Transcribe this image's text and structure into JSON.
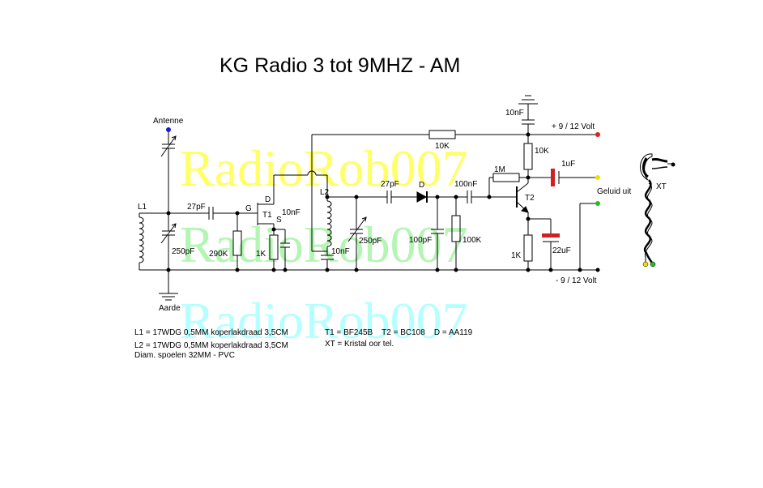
{
  "title": "KG Radio 3 tot 9MHZ - AM",
  "watermark": "RadioRob007",
  "colors": {
    "wire": "#000000",
    "antenna_dot": "#1a1ad6",
    "supply_dot": "#e02020",
    "output_dot": "#f0e000",
    "ground_dot": "#20c020",
    "electrolytic": "#d02020",
    "watermark_yellow": "#ffff66",
    "watermark_green": "#b4f5b4",
    "watermark_cyan": "#b4ffff"
  },
  "labels": {
    "antenne": "Antenne",
    "aarde": "Aarde",
    "l1": "L1",
    "l2": "L2",
    "c27a": "27pF",
    "c27b": "27pF",
    "c250a": "250pF",
    "c250b": "250pF",
    "r290": "290K",
    "gate": "G",
    "drain": "D",
    "source": "S",
    "t1": "T1",
    "r1k_a": "1K",
    "c10n_a": "10nF",
    "c10n_b": "10nF",
    "c10n_top": "10nF",
    "diode": "D",
    "c100p": "100pF",
    "c100n": "100nF",
    "r100k": "100K",
    "r10k_a": "10K",
    "r10k_b": "10K",
    "r1m": "1M",
    "t2": "T2",
    "r1k_b": "1K",
    "c22u": "22uF",
    "c1u": "1uF",
    "supply_pos": "+ 9 / 12 Volt",
    "supply_neg": "- 9 / 12 Volt",
    "geluid": "Geluid uit",
    "xt": "XT"
  },
  "notes": {
    "l1": "L1 = 17WDG 0,5MM koperlakdraad 3,5CM",
    "l2": "L2 = 17WDG 0,5MM koperlakdraad 3,5CM",
    "diam": "Diam. spoelen 32MM - PVC",
    "parts": "T1 = BF245B    T2 = BC108    D = AA119",
    "xt": "XT = Kristal oor tel."
  }
}
